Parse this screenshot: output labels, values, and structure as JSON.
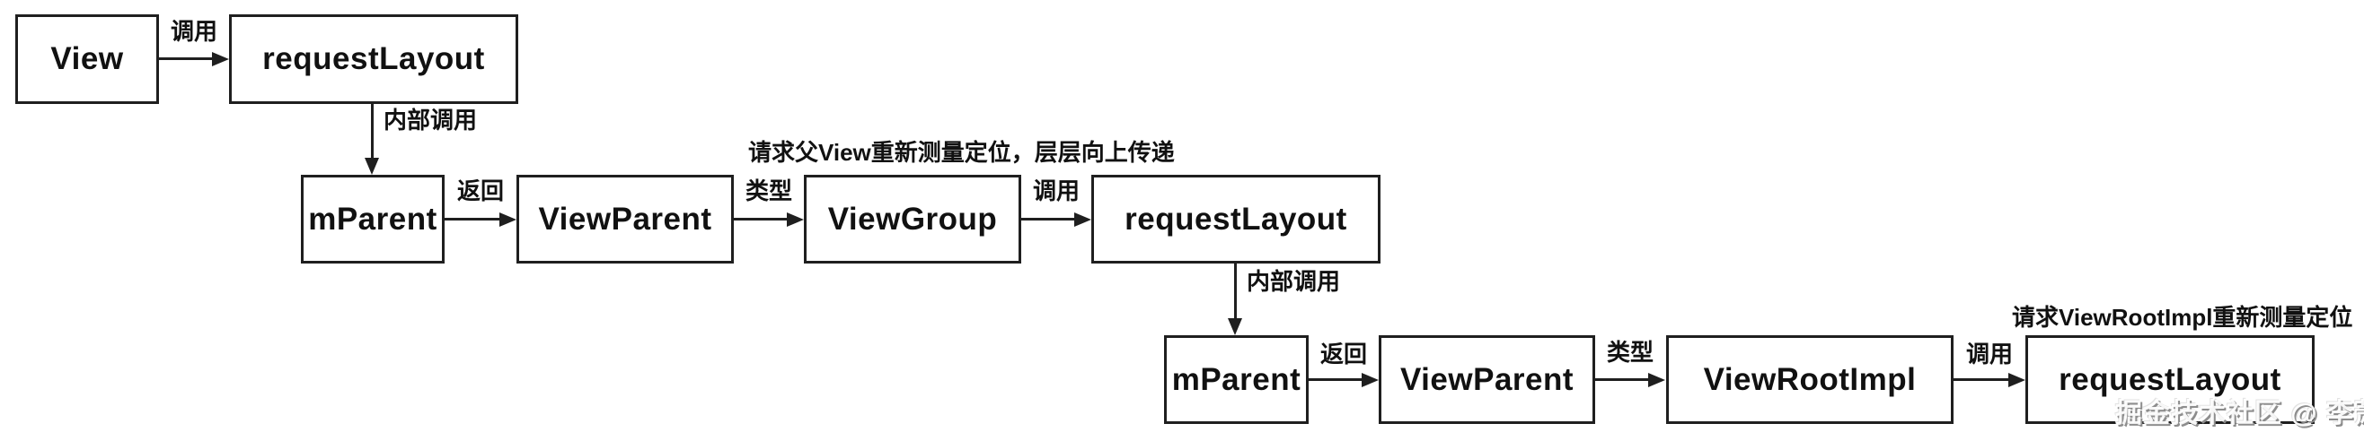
{
  "diagram": {
    "nodes": [
      {
        "id": "view",
        "label": "View"
      },
      {
        "id": "request-layout-1",
        "label": "requestLayout"
      },
      {
        "id": "m-parent-1",
        "label": "mParent"
      },
      {
        "id": "view-parent-1",
        "label": "ViewParent"
      },
      {
        "id": "view-group",
        "label": "ViewGroup"
      },
      {
        "id": "request-layout-2",
        "label": "requestLayout"
      },
      {
        "id": "m-parent-2",
        "label": "mParent"
      },
      {
        "id": "view-parent-2",
        "label": "ViewParent"
      },
      {
        "id": "view-root-impl",
        "label": "ViewRootImpl"
      },
      {
        "id": "request-layout-3",
        "label": "requestLayout"
      }
    ],
    "edges": [
      {
        "from": "view",
        "to": "request-layout-1",
        "label": "调用"
      },
      {
        "from": "request-layout-1",
        "to": "m-parent-1",
        "label": "内部调用"
      },
      {
        "from": "m-parent-1",
        "to": "view-parent-1",
        "label": "返回"
      },
      {
        "from": "view-parent-1",
        "to": "view-group",
        "label": "类型"
      },
      {
        "from": "view-group",
        "to": "request-layout-2",
        "label": "调用"
      },
      {
        "from": "request-layout-2",
        "to": "m-parent-2",
        "label": "内部调用"
      },
      {
        "from": "m-parent-2",
        "to": "view-parent-2",
        "label": "返回"
      },
      {
        "from": "view-parent-2",
        "to": "view-root-impl",
        "label": "类型"
      },
      {
        "from": "view-root-impl",
        "to": "request-layout-3",
        "label": "调用"
      }
    ],
    "annotations": [
      {
        "text": "请求父View重新测量定位，层层向上传递"
      },
      {
        "text": "请求ViewRootImpl重新测量定位"
      }
    ],
    "watermark": "掘金技术社区 @ 李萧蝶",
    "colors": {
      "line": "#1f1f1f",
      "text": "#111111",
      "background": "#ffffff"
    }
  }
}
